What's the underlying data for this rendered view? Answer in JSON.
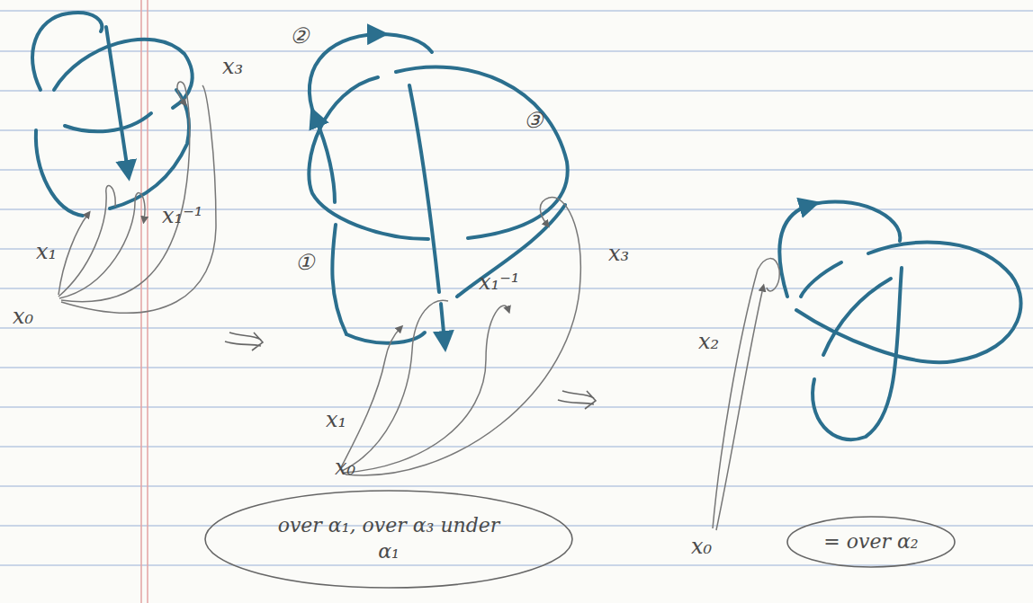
{
  "diagram": {
    "nodes": [
      {
        "text": [
          "over α₁, over α₃ under α₁"
        ]
      },
      {
        "text": [
          "= over α₂"
        ]
      }
    ],
    "labels": [
      "x₃",
      "x₁⁻¹",
      "x₁",
      "x₀",
      "②",
      "③",
      "①",
      "x₃",
      "x₁⁻¹",
      "x₁",
      "x₀",
      "x₂",
      "x₀"
    ]
  }
}
